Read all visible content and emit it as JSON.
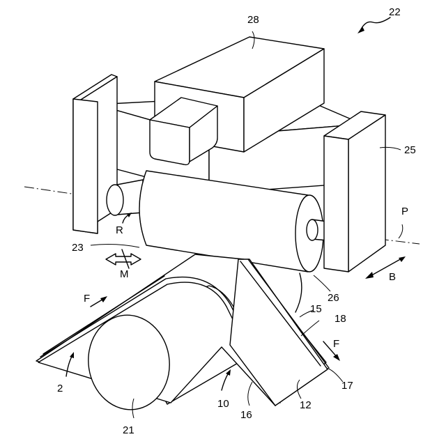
{
  "labels": {
    "ref_22": "22",
    "ref_28": "28",
    "ref_25": "25",
    "ref_P": "P",
    "ref_R": "R",
    "ref_23": "23",
    "ref_M": "M",
    "ref_B": "B",
    "ref_26": "26",
    "ref_F_left": "F",
    "ref_15": "15",
    "ref_18": "18",
    "ref_F_right": "F",
    "ref_2": "2",
    "ref_17": "17",
    "ref_10": "10",
    "ref_16": "16",
    "ref_12": "12",
    "ref_21": "21"
  }
}
